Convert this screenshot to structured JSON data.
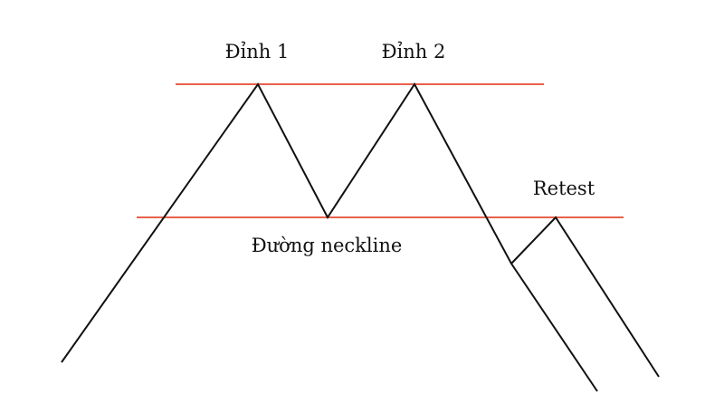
{
  "labels": {
    "peak1": "Đỉnh 1",
    "peak2": "Đỉnh 2",
    "retest": "Retest",
    "neckline": "Đường neckline"
  },
  "colors": {
    "level_line": "#e8604c",
    "price_line": "#111111",
    "text": "#111111",
    "background": "#ffffff"
  }
}
